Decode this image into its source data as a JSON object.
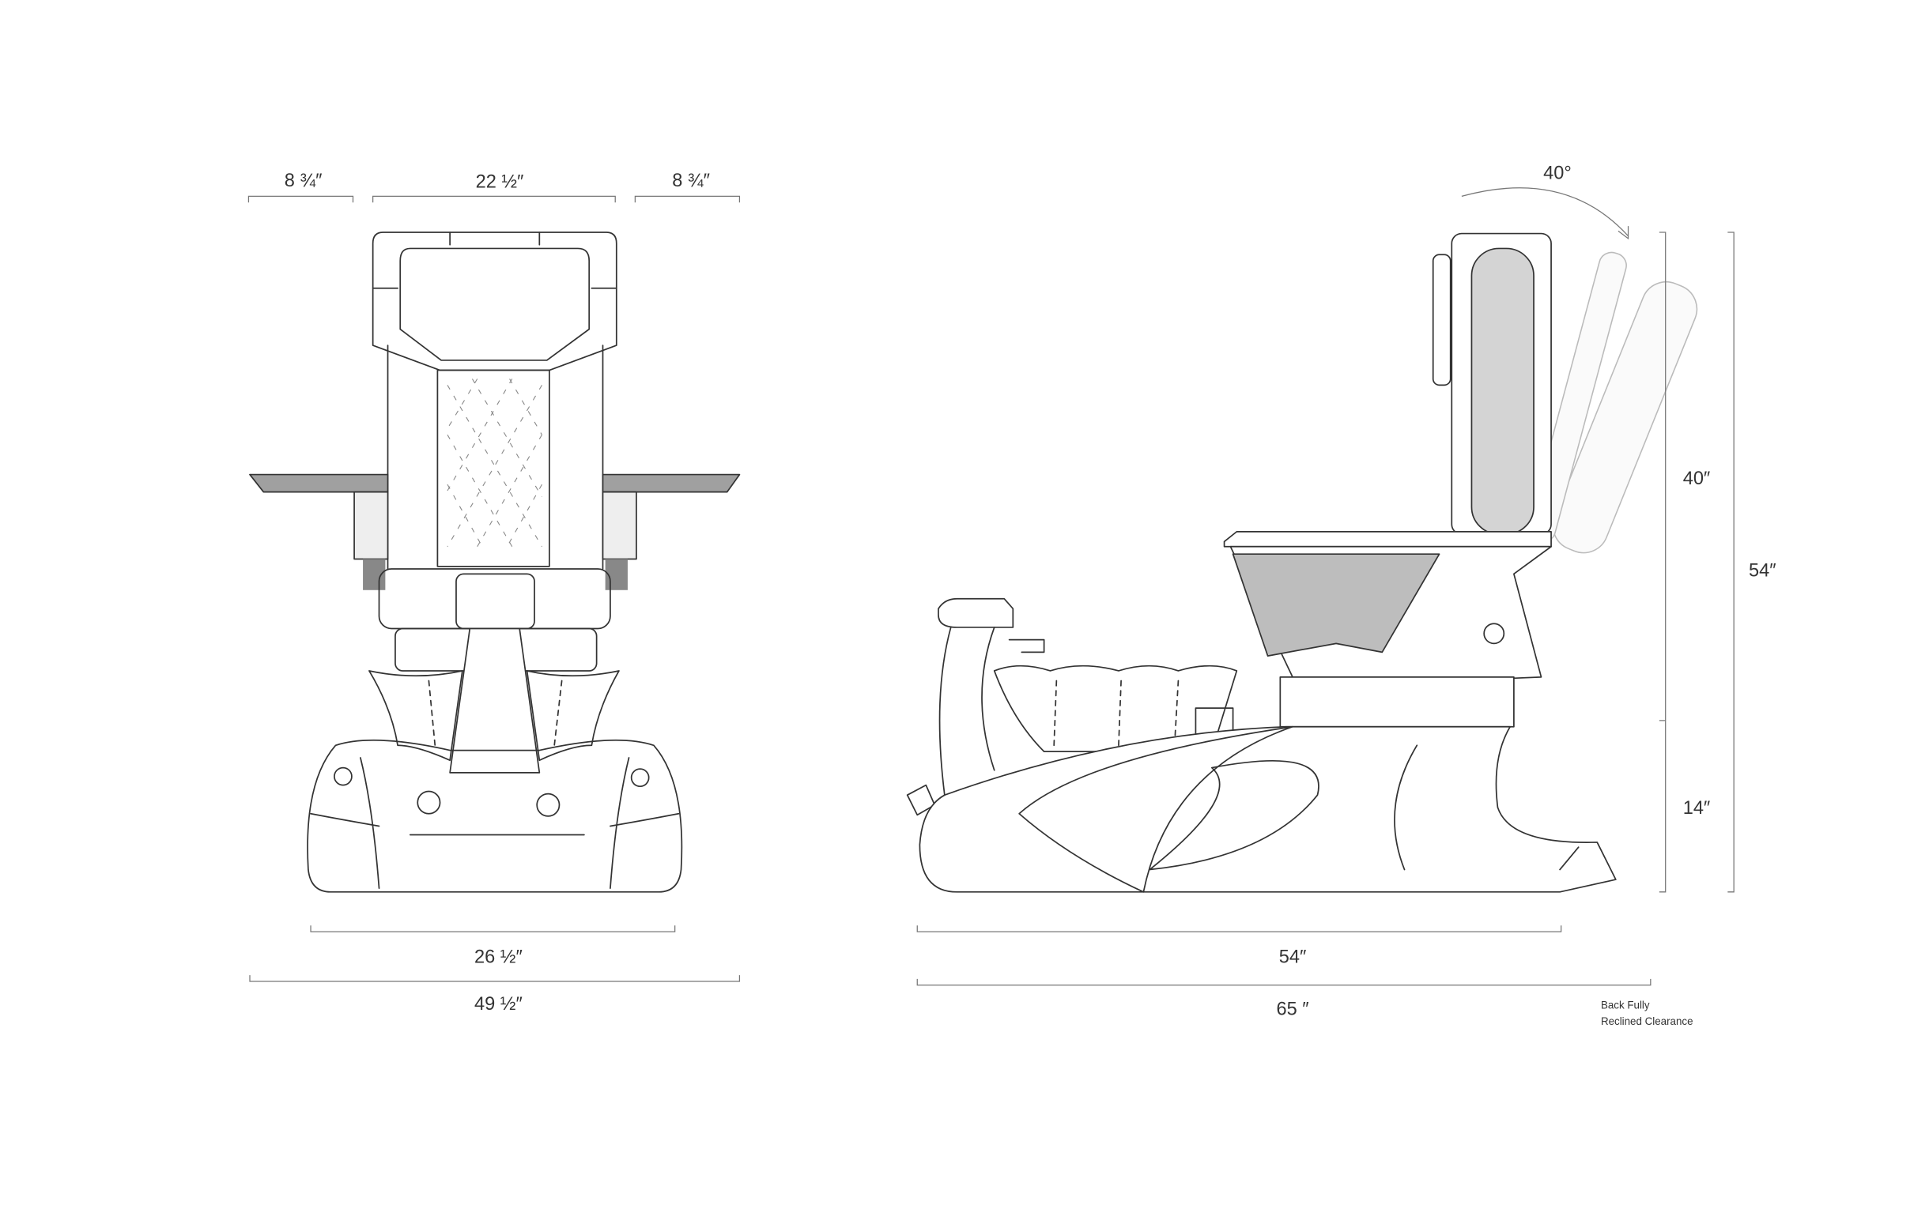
{
  "front_view": {
    "dims": {
      "left_tray": "8 ¾″",
      "back_width": "22 ½″",
      "right_tray": "8 ¾″",
      "base_width": "26 ½″",
      "overall_width": "49 ½″"
    }
  },
  "side_view": {
    "dims": {
      "recline_angle": "40°",
      "back_height": "40″",
      "seat_height": "14″",
      "overall_height": "54″",
      "base_length": "54″",
      "reclined_length": "65 ″"
    },
    "note_line1": "Back Fully",
    "note_line2": "Reclined Clearance"
  },
  "colors": {
    "line": "#333333",
    "back_fill": "#d4d4d4",
    "panel_fill": "#bdbdbd"
  }
}
